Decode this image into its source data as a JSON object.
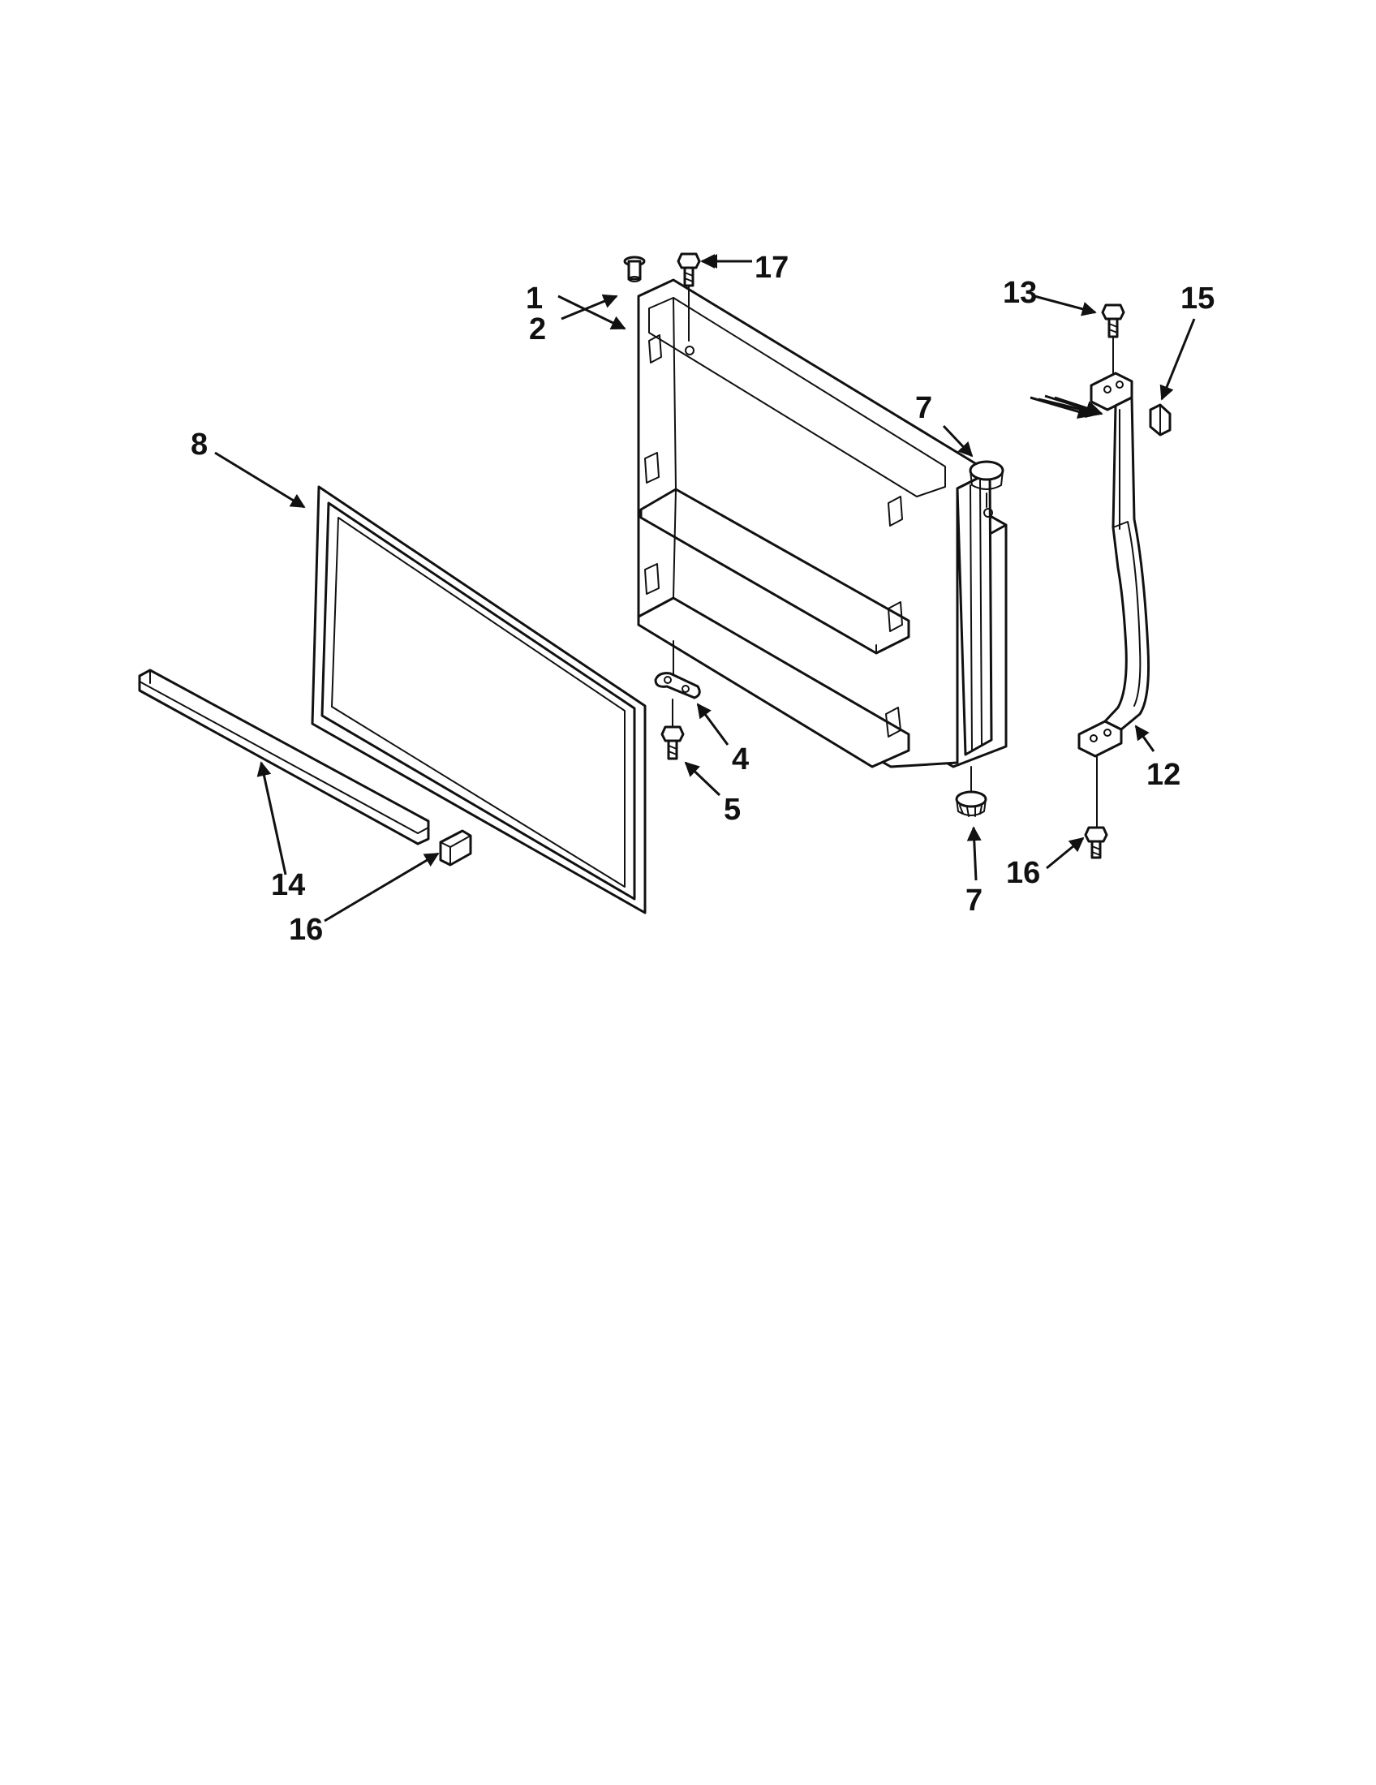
{
  "callouts": {
    "c1": "1",
    "c2": "2",
    "c4": "4",
    "c5": "5",
    "c7a": "7",
    "c7b": "7",
    "c8": "8",
    "c12": "12",
    "c13": "13",
    "c14": "14",
    "c15": "15",
    "c16a": "16",
    "c16b": "16",
    "c17": "17"
  },
  "colors": {
    "ink": "#111111",
    "paper": "#ffffff"
  }
}
